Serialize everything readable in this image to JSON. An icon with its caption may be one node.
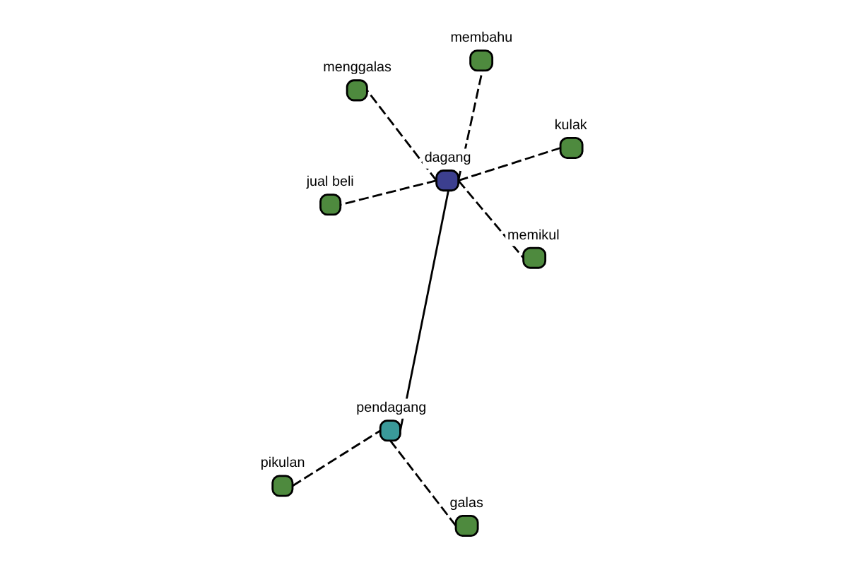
{
  "diagram": {
    "nodes": [
      {
        "text": [
          "pikulan"
        ]
      },
      {
        "text": [
          "galas"
        ]
      },
      {
        "text": [
          "pendagang"
        ]
      },
      {
        "text": [
          "dagang"
        ]
      },
      {
        "text": [
          "membahu"
        ]
      },
      {
        "text": [
          "menggalas"
        ]
      },
      {
        "text": [
          "jual beli"
        ]
      },
      {
        "text": [
          "kulak"
        ]
      },
      {
        "text": [
          "memikul"
        ]
      }
    ],
    "edges": [
      {
        "from": 0,
        "to": 2,
        "arrow": "none",
        "style": "dashed"
      },
      {
        "from": 1,
        "to": 2,
        "arrow": "none",
        "style": "dashed"
      },
      {
        "from": 2,
        "to": 3,
        "arrow": "none"
      },
      {
        "from": 3,
        "to": 4,
        "arrow": "none",
        "style": "dashed"
      },
      {
        "from": 3,
        "to": 5,
        "arrow": "none",
        "style": "dashed"
      },
      {
        "from": 3,
        "to": 6,
        "arrow": "none",
        "style": "dashed"
      },
      {
        "from": 3,
        "to": 7,
        "arrow": "none",
        "style": "dashed"
      },
      {
        "from": 3,
        "to": 8,
        "arrow": "none",
        "style": "dashed"
      }
    ]
  }
}
